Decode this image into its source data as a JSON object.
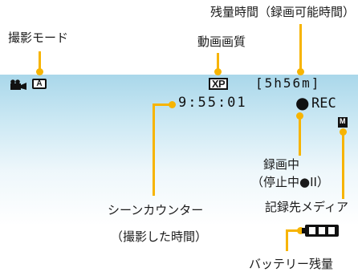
{
  "labels": {
    "shooting_mode": "撮影モード",
    "remaining_time": "残量時間（録画可能時間）",
    "video_quality": "動画画質",
    "scene_counter": "シーンカウンター",
    "scene_counter_sub": "（撮影した時間）",
    "recording": "録画中",
    "recording_sub": "（停止中●II）",
    "media": "記録先メディア",
    "battery": "バッテリー残量"
  },
  "hud": {
    "quality_badge": "XP",
    "mode_badge": "A",
    "remaining": "[5h56m]",
    "counter": "9:55:01",
    "rec_dot": "●",
    "rec_text": "REC",
    "media_badge": "M"
  },
  "colors": {
    "leader": "#f7b400",
    "screen_top": "#a9d7ea",
    "screen_bottom": "#ffffff",
    "hud_text": "#111111"
  },
  "icons": {
    "video_camera": "video-camera-icon",
    "auto_mode": "auto-mode-icon",
    "internal_memory": "internal-memory-icon",
    "battery": "battery-icon"
  }
}
